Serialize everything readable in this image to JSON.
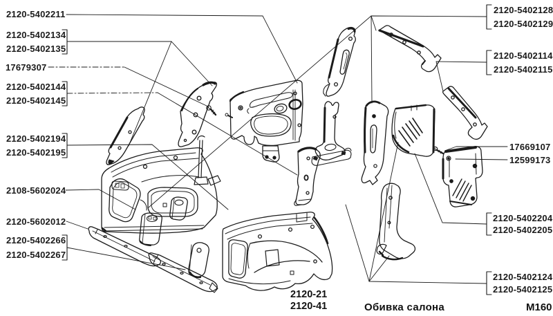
{
  "figure": {
    "type": "parts-diagram",
    "subject": "interior trim exploded view"
  },
  "labels": {
    "left": [
      "2120-5402211",
      "2120-5402134",
      "2120-5402135",
      "17679307",
      "2120-5402144",
      "2120-5402145",
      "2120-5402194",
      "2120-5402195",
      "2108-5602024",
      "2120-5602012",
      "2120-5402266",
      "2120-5402267"
    ],
    "right": [
      "2120-5402128",
      "2120-5402129",
      "2120-5402114",
      "2120-5402115",
      "17669107",
      "12599173",
      "2120-5402204",
      "2120-5402205",
      "2120-5402124",
      "2120-5402125"
    ]
  },
  "captions": {
    "models": [
      "2120-21",
      "2120-41"
    ],
    "title": "Обивка салона",
    "code": "M160"
  },
  "colors": {
    "ink": "#1b1b1b",
    "paper": "#ffffff"
  }
}
